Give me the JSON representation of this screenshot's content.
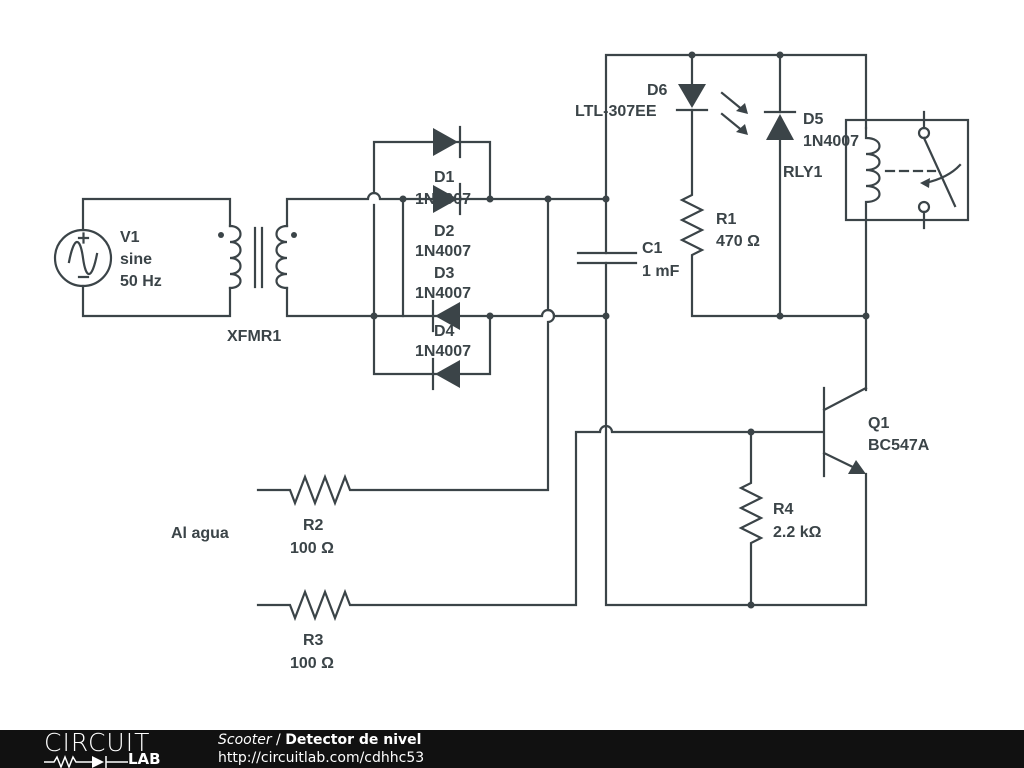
{
  "diagram": {
    "components": {
      "V1": {
        "name": "V1",
        "type": "sine",
        "value": "50 Hz"
      },
      "XFMR1": {
        "name": "XFMR1"
      },
      "D1": {
        "name": "D1",
        "part": "1N4007"
      },
      "D2": {
        "name": "D2",
        "part": "1N4007"
      },
      "D3": {
        "name": "D3",
        "part": "1N4007"
      },
      "D4": {
        "name": "D4",
        "part": "1N4007"
      },
      "D5": {
        "name": "D5",
        "part": "1N4007"
      },
      "D6": {
        "name": "D6",
        "part": "LTL-307EE"
      },
      "C1": {
        "name": "C1",
        "value": "1 mF"
      },
      "R1": {
        "name": "R1",
        "value": "470 Ω"
      },
      "R2": {
        "name": "R2",
        "value": "100 Ω"
      },
      "R3": {
        "name": "R3",
        "value": "100 Ω"
      },
      "R4": {
        "name": "R4",
        "value": "2.2 kΩ"
      },
      "Q1": {
        "name": "Q1",
        "part": "BC547A"
      },
      "RLY1": {
        "name": "RLY1"
      }
    },
    "annotation": "Al agua",
    "wire_color": "#3b4448"
  },
  "footer": {
    "logo_top": "CIRCUIT",
    "logo_bottom": "LAB",
    "author": "Scooter",
    "separator": " / ",
    "title": "Detector de nivel",
    "url": "http://circuitlab.com/cdhhc53"
  }
}
